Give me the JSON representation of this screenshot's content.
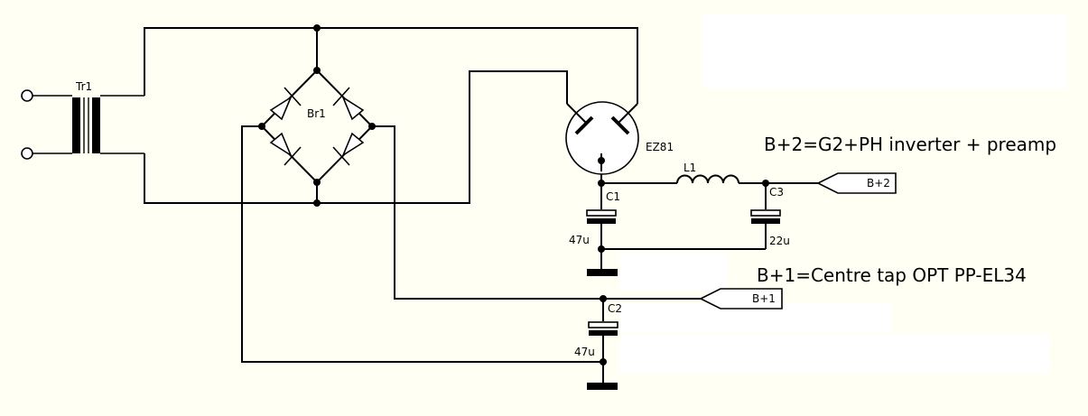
{
  "schematic": {
    "transformer": {
      "label": "Tr1"
    },
    "bridge": {
      "label": "Br1"
    },
    "tube": {
      "label": "EZ81"
    },
    "inductor": {
      "label": "L1"
    },
    "capacitors": [
      {
        "id": "C1",
        "label": "C1",
        "value": "47u"
      },
      {
        "id": "C2",
        "label": "C2",
        "value": "47u"
      },
      {
        "id": "C3",
        "label": "C3",
        "value": "22u"
      }
    ],
    "ports": [
      {
        "id": "bplus2",
        "label": "B+2"
      },
      {
        "id": "bplus1",
        "label": "B+1"
      }
    ],
    "notes": {
      "bplus2": "B+2=G2+PH inverter + preamp",
      "bplus1": "B+1=Centre tap OPT PP-EL34"
    }
  }
}
